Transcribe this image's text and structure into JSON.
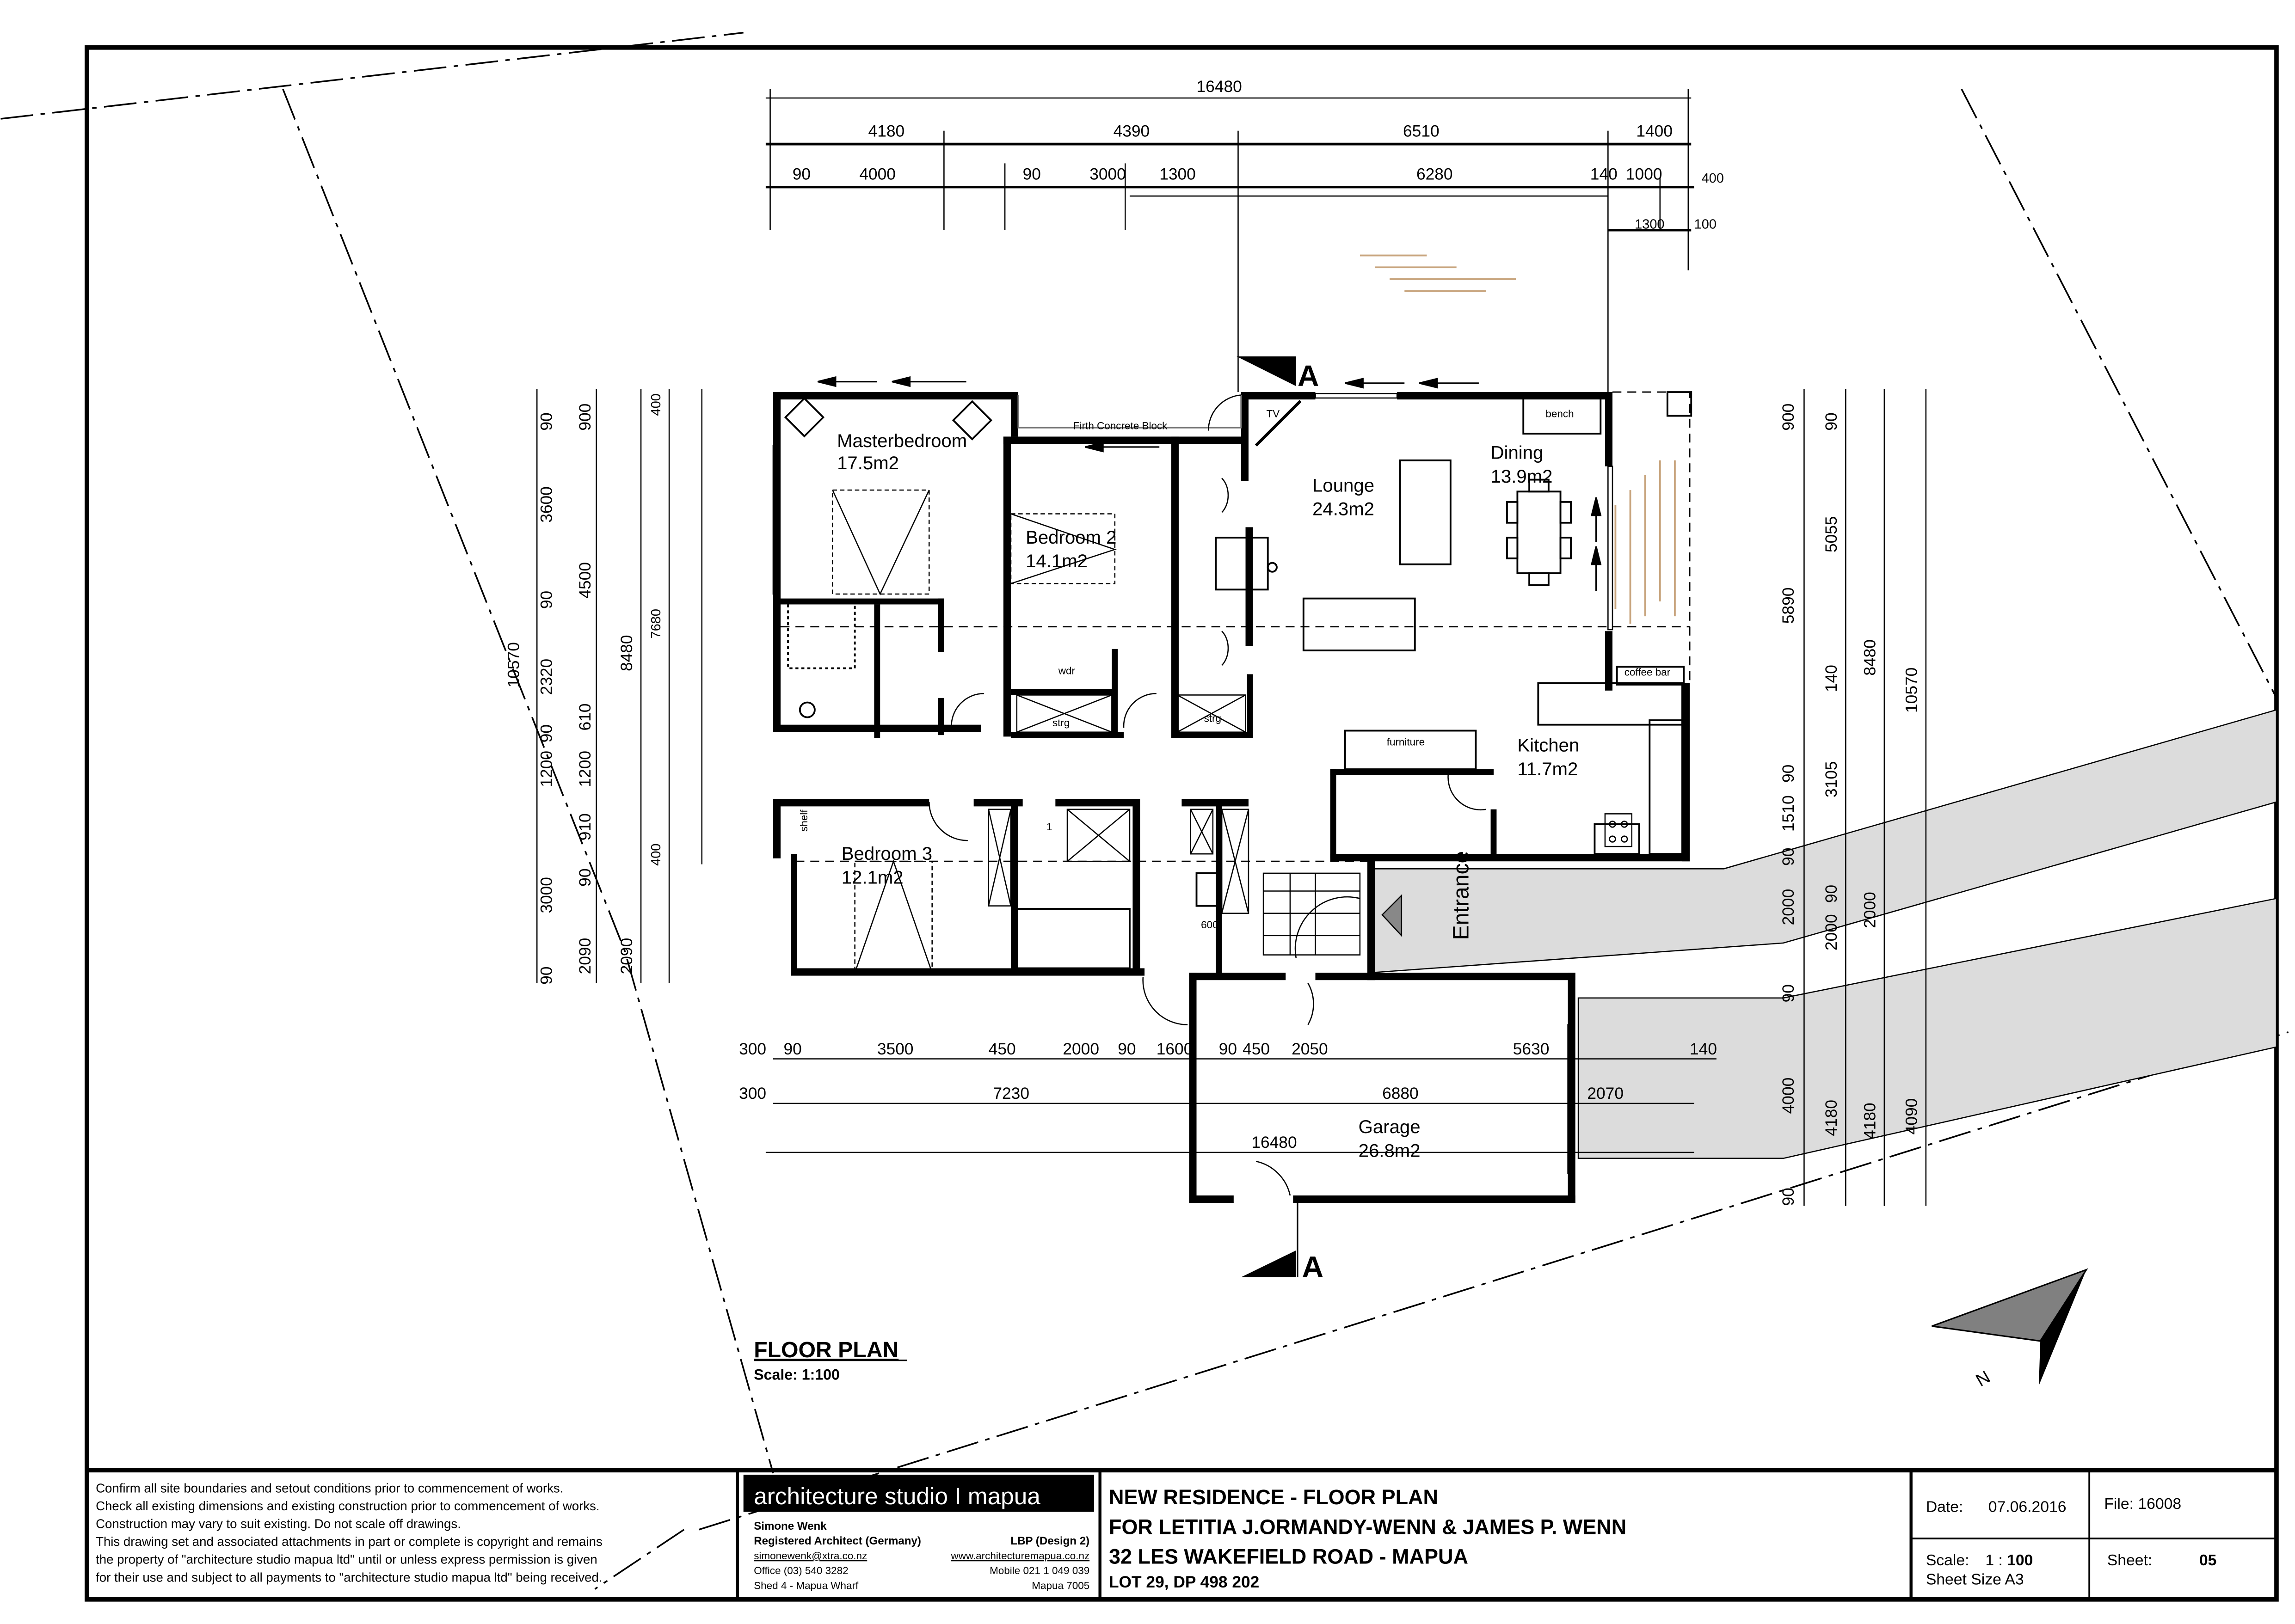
{
  "drawing": {
    "title": "FLOOR PLAN",
    "scale_label": "Scale: 1:100",
    "section_marker": "A",
    "north_label": "N",
    "firth_label": "Firth Concrete Block",
    "entrance_label": "Entrance"
  },
  "rooms": [
    {
      "name": "Masterbedroom",
      "area": "17.5m2"
    },
    {
      "name": "Bedroom 2",
      "area": "14.1m2"
    },
    {
      "name": "Lounge",
      "area": "24.3m2"
    },
    {
      "name": "Dining",
      "area": "13.9m2"
    },
    {
      "name": "Kitchen",
      "area": "11.7m2"
    },
    {
      "name": "Bedroom 3",
      "area": "12.1m2"
    },
    {
      "name": "Garage",
      "area": "26.8m2"
    }
  ],
  "fixtures": {
    "tv": "TV",
    "bench": "bench",
    "wdr": "wdr",
    "strg1": "strg",
    "strg2": "strg",
    "coffee_bar": "coffee bar",
    "furniture": "furniture",
    "shelf": "shelf",
    "w600": "600",
    "step1": "1"
  },
  "dimensions": {
    "top": {
      "overall": "16480",
      "row2": [
        "4180",
        "4390",
        "6510",
        "1400"
      ],
      "row3": [
        "90",
        "4000",
        "90",
        "3000",
        "1300",
        "6280",
        "140",
        "1000",
        "400"
      ],
      "row4": [
        "1300",
        "100"
      ]
    },
    "bottom": {
      "row1": [
        "300",
        "90",
        "3500",
        "450",
        "2000",
        "90",
        "1600",
        "90",
        "450",
        "2050",
        "5630",
        "140"
      ],
      "row2": [
        "300",
        "7230",
        "6880",
        "2070"
      ],
      "overall": "16480"
    },
    "left": {
      "col1": "10570",
      "col2": [
        "90",
        "3600",
        "90",
        "2320",
        "90",
        "1200",
        "3000",
        "90"
      ],
      "col3": [
        "900",
        "4500",
        "610",
        "1200",
        "910",
        "90",
        "2090"
      ],
      "col4": [
        "8480",
        "2090"
      ],
      "col5": [
        "400",
        "7680",
        "400"
      ]
    },
    "right": {
      "col1": [
        "900",
        "5890",
        "90",
        "1510",
        "90",
        "2000",
        "90",
        "4000",
        "90"
      ],
      "col2": [
        "90",
        "5055",
        "140",
        "3105",
        "90",
        "2000",
        "4180"
      ],
      "col3": [
        "8480",
        "2000",
        "4180"
      ],
      "col4": [
        "10570",
        "4090"
      ]
    }
  },
  "notes": [
    "Confirm all site boundaries and setout conditions prior to commencement of works.",
    "Check all existing dimensions and existing construction prior to commencement of works.",
    "Construction  may vary to suit existing. Do not scale off drawings.",
    "This drawing set and associated attachments in part or complete is copyright and remains",
    "the property of \"architecture studio mapua ltd\" until or unless express permission is given",
    "for their use and subject to all payments to \"architecture studio mapua ltd\" being received."
  ],
  "firm": {
    "name": "architecture studio I mapua",
    "person": "Simone Wenk",
    "registration": "Registered Architect (Germany)",
    "lbp": "LBP (Design 2)",
    "email": "simonewenk@xtra.co.nz",
    "website": "www.architecturemapua.co.nz",
    "office": "Office (03) 540 3282",
    "mobile": "Mobile 021  1 049 039",
    "address1": "Shed 4 - Mapua Wharf",
    "address2": "Mapua 7005"
  },
  "project": {
    "line1a": "NEW RESIDENCE - ",
    "line1b": "FLOOR PLAN",
    "line2": "FOR LETITIA J.ORMANDY-WENN & JAMES P. WENN",
    "line3": "32 LES WAKEFIELD ROAD - MAPUA",
    "line4": "LOT 29, DP 498 202"
  },
  "meta": {
    "date_label": "Date:",
    "date": "07.06.2016",
    "file_label": "File:",
    "file": "16008",
    "scale_label": "Scale:",
    "scale_prefix": "1 : ",
    "scale_value": "100",
    "sheet_size": "Sheet Size A3",
    "sheet_label": "Sheet:",
    "sheet": "05"
  }
}
